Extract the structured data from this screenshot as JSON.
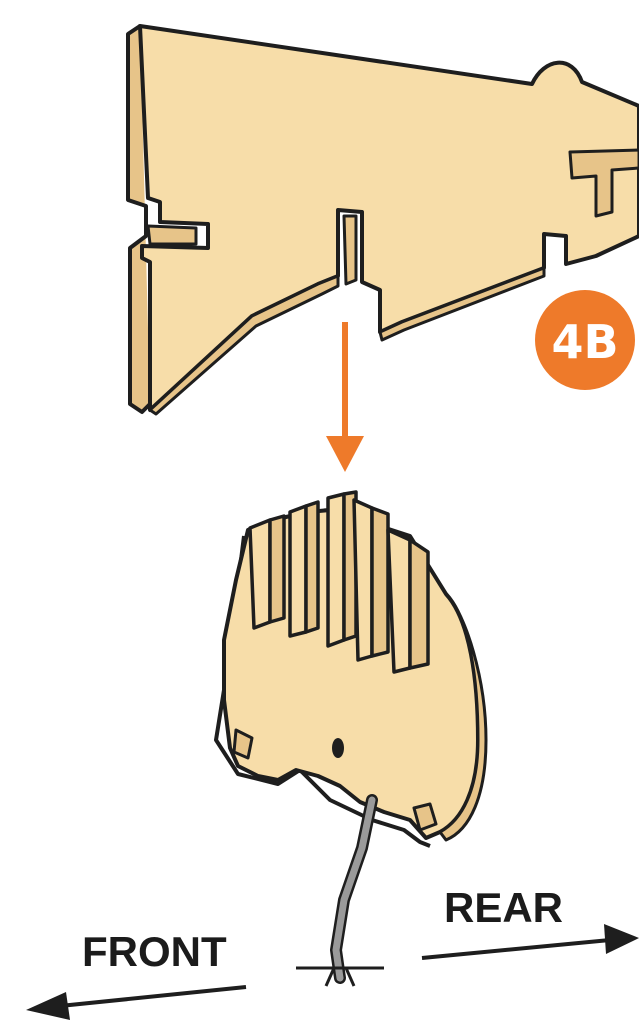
{
  "step_badge": {
    "text": "4B"
  },
  "labels": {
    "front": "FRONT",
    "rear": "REAR"
  },
  "colors": {
    "wood_face": "#F7DDA9",
    "wood_edge": "#E7C489",
    "outline": "#1E1E1E",
    "accent_orange": "#EE7A2A",
    "wire_gray": "#9A9A9A"
  },
  "icons": {
    "arrow_down": "down-arrow-icon",
    "arrow_front": "left-arrow-icon",
    "arrow_rear": "right-arrow-icon"
  }
}
